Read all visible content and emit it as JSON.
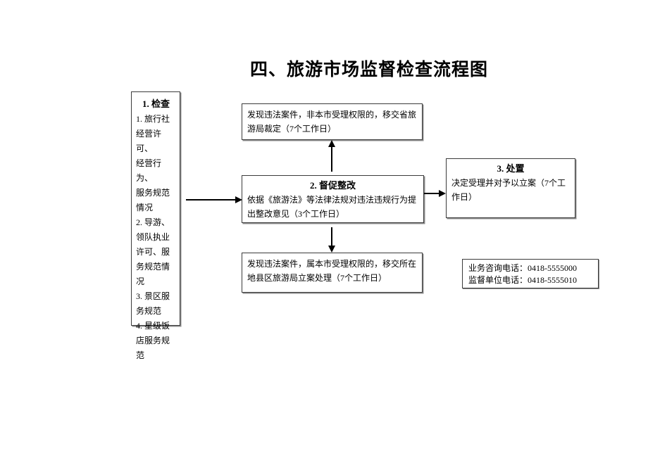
{
  "page": {
    "title": "四、旅游市场监督检查流程图"
  },
  "boxes": {
    "check": {
      "heading": "1. 检查",
      "items": "1. 旅行社\n经营许可、\n经营行为、\n服务规范\n情况\n2. 导游、\n领队执业\n许可、服\n务规范情\n况\n3. 景区服\n务规范\n4. 星级饭\n店服务规\n范"
    },
    "transfer_province": {
      "text": "发现违法案件，非本市受理权限的，移交省旅游局裁定（7个工作日）"
    },
    "rectify": {
      "heading": "2. 督促整改",
      "text": "依据《旅游法》等法律法规对违法违规行为提出整改意见（3个工作日）"
    },
    "dispose": {
      "heading": "3. 处置",
      "text": "决定受理并对予以立案（7个工作日）"
    },
    "transfer_local": {
      "text": "发现违法案件，属本市受理权限的，移交所在地县区旅游局立案处理（7个工作日）"
    },
    "contact": {
      "line1": "业务咨询电话：0418-5555000",
      "line2": "监督单位电话：0418-5555010"
    }
  },
  "colors": {
    "border": "#3b3b3b",
    "shadow": "#8c8c8c",
    "arrow": "#000000"
  }
}
